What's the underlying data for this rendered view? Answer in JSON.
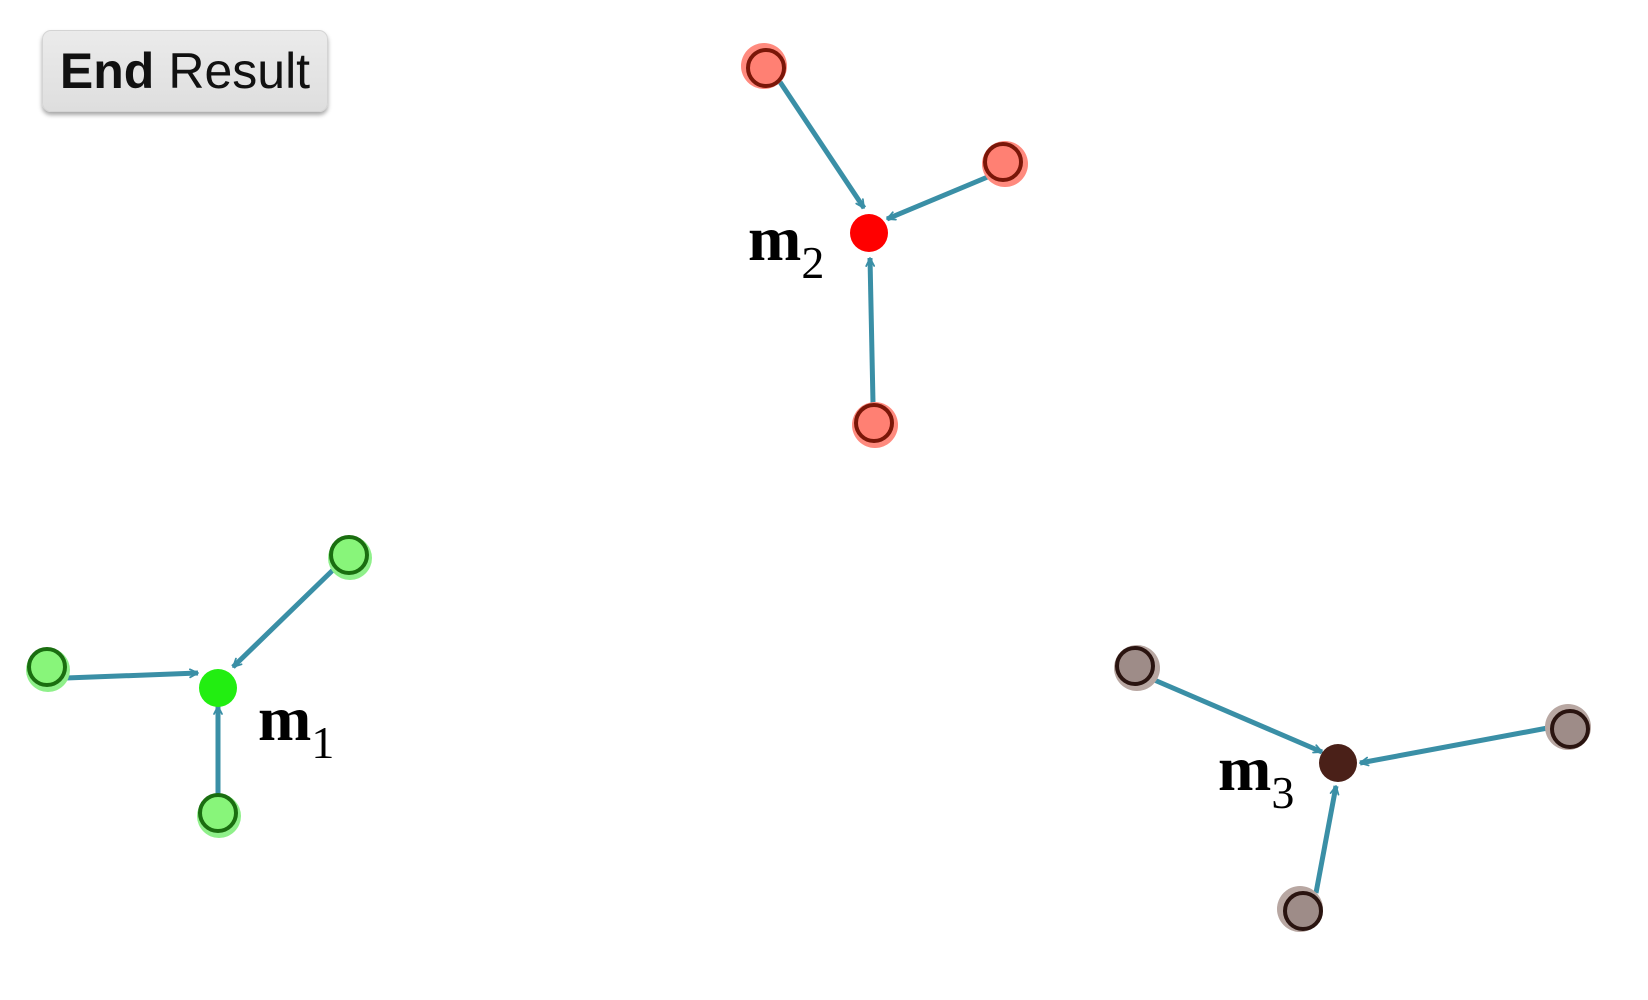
{
  "title": {
    "bold": "End",
    "normal": "Result"
  },
  "colors": {
    "arrow": "#3a8fa6"
  },
  "clusters": [
    {
      "centroid_label": {
        "main": "m",
        "sub": "1"
      },
      "colors": {
        "center": "#22ee11",
        "point_fill": "#88f57a",
        "point_stroke": "#1a6e10",
        "point_halo": "#8ff08a"
      },
      "label_side": "right-below"
    },
    {
      "centroid_label": {
        "main": "m",
        "sub": "2"
      },
      "colors": {
        "center": "#ff0000",
        "point_fill": "#ff8073",
        "point_stroke": "#7a1608",
        "point_halo": "#ff8a7e"
      },
      "label_side": "left-below"
    },
    {
      "centroid_label": {
        "main": "m",
        "sub": "3"
      },
      "colors": {
        "center": "#4a2018",
        "point_fill": "#9e8c88",
        "point_stroke": "#2a1410",
        "point_halo": "#b8a7a2"
      },
      "label_side": "left-below"
    }
  ]
}
